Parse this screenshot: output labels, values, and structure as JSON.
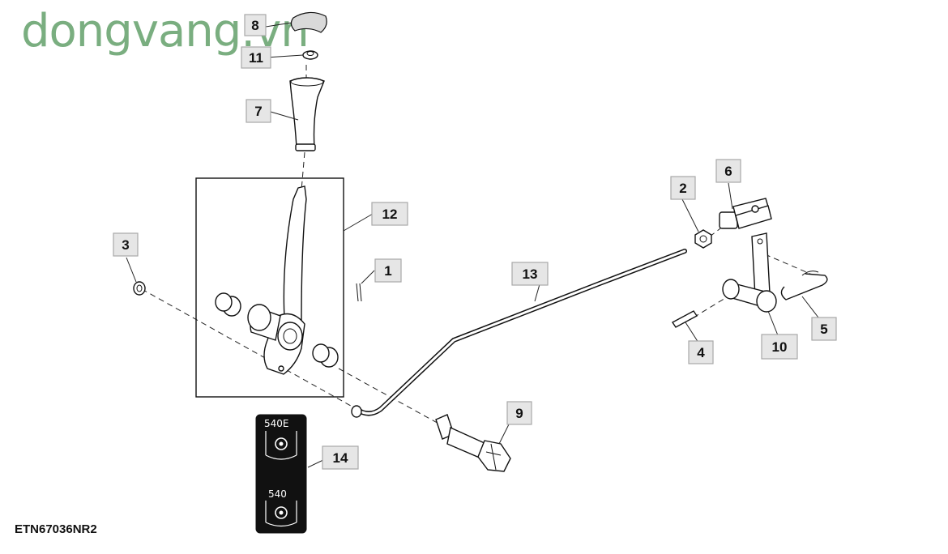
{
  "watermark": "dongvang.vn",
  "figure_id": "ETN67036NR2",
  "callouts": {
    "c1": "1",
    "c2": "2",
    "c3": "3",
    "c4": "4",
    "c5": "5",
    "c6": "6",
    "c7": "7",
    "c8": "8",
    "c9": "9",
    "c10": "10",
    "c11": "11",
    "c12": "12",
    "c13": "13",
    "c14": "14"
  },
  "decal": {
    "top_label": "540E",
    "bottom_label": "540"
  },
  "icons": {
    "decal_icon": "pto-gear-icon"
  }
}
